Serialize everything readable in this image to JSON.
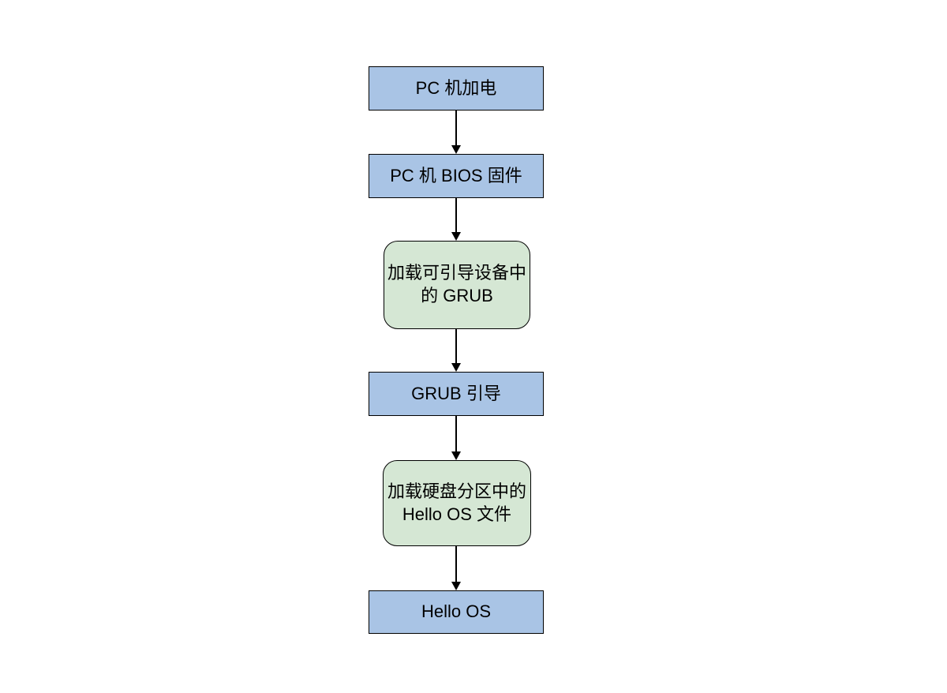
{
  "diagram": {
    "type": "flowchart",
    "direction": "top-down",
    "nodes": [
      {
        "label": "PC 机加电",
        "shape": "rectangle",
        "fill": "#a9c4e5"
      },
      {
        "label": "PC 机 BIOS 固件",
        "shape": "rectangle",
        "fill": "#a9c4e5"
      },
      {
        "label": "加载可引导设备中\n的 GRUB",
        "shape": "rounded",
        "fill": "#d5e7d4"
      },
      {
        "label": "GRUB 引导",
        "shape": "rectangle",
        "fill": "#a9c4e5"
      },
      {
        "label": "加载硬盘分区中的\nHello OS 文件",
        "shape": "rounded",
        "fill": "#d5e7d4"
      },
      {
        "label": "Hello OS",
        "shape": "rectangle",
        "fill": "#a9c4e5"
      }
    ],
    "edges": [
      {
        "from": 0,
        "to": 1,
        "style": "arrow-down"
      },
      {
        "from": 1,
        "to": 2,
        "style": "arrow-down"
      },
      {
        "from": 2,
        "to": 3,
        "style": "arrow-down"
      },
      {
        "from": 3,
        "to": 4,
        "style": "arrow-down"
      },
      {
        "from": 4,
        "to": 5,
        "style": "arrow-down"
      }
    ],
    "colors": {
      "background": "#ffffff",
      "border": "#000000",
      "arrow": "#000000",
      "process_fill": "#a9c4e5",
      "rounded_fill": "#d5e7d4",
      "text": "#000000"
    }
  }
}
